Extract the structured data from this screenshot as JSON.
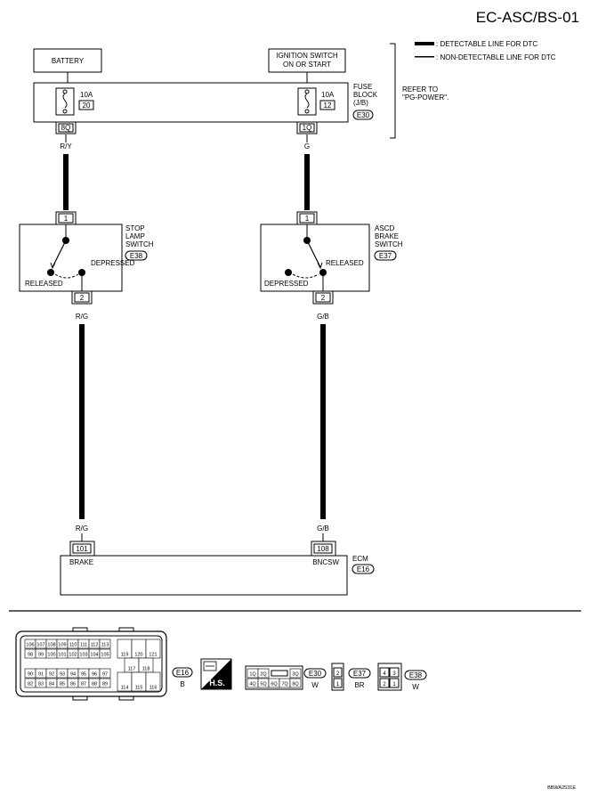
{
  "header": {
    "title": "EC-ASC/BS-01"
  },
  "legend": {
    "detectable": ": DETECTABLE LINE FOR DTC",
    "non_detectable": ": NON-DETECTABLE LINE FOR DTC"
  },
  "sources": {
    "battery": "BATTERY",
    "ignition_line1": "IGNITION SWITCH",
    "ignition_line2": "ON OR START"
  },
  "fuse_block": {
    "label_line1": "FUSE",
    "label_line2": "BLOCK",
    "label_line3": "(J/B)",
    "connector": "E30",
    "refer_line1": "REFER TO",
    "refer_line2": "\"PG-POWER\".",
    "fuse_left": {
      "rating": "10A",
      "number": "20",
      "terminal": "8Q"
    },
    "fuse_right": {
      "rating": "10A",
      "number": "12",
      "terminal": "1Q"
    }
  },
  "wires": {
    "left_upper": "R/Y",
    "right_upper": "G",
    "left_lower_top": "R/G",
    "right_lower_top": "G/B",
    "left_lower_bottom": "R/G",
    "right_lower_bottom": "G/B"
  },
  "stop_lamp_switch": {
    "line1": "STOP",
    "line2": "LAMP",
    "line3": "SWITCH",
    "connector": "E38",
    "pin_top": "1",
    "pin_bottom": "2",
    "state_a": "DEPRESSED",
    "state_b": "RELEASED"
  },
  "ascd_switch": {
    "line1": "ASCD",
    "line2": "BRAKE",
    "line3": "SWITCH",
    "connector": "E37",
    "pin_top": "1",
    "pin_bottom": "2",
    "state_a": "RELEASED",
    "state_b": "DEPRESSED"
  },
  "ecm": {
    "label": "ECM",
    "connector": "E16",
    "pin_left": "101",
    "pin_right": "108",
    "sig_left": "BRAKE",
    "sig_right": "BNCSW"
  },
  "connectors": {
    "e16_row1": [
      "106",
      "107",
      "108",
      "109",
      "110",
      "111",
      "112",
      "113"
    ],
    "e16_row2": [
      "98",
      "99",
      "100",
      "101",
      "102",
      "103",
      "104",
      "105"
    ],
    "e16_row3": [
      "90",
      "91",
      "92",
      "93",
      "94",
      "95",
      "96",
      "97"
    ],
    "e16_row4": [
      "82",
      "83",
      "84",
      "85",
      "86",
      "87",
      "88",
      "89"
    ],
    "e16_right_top": [
      "119",
      "120",
      "121"
    ],
    "e16_right_mid": [
      "117",
      "118"
    ],
    "e16_right_bot": [
      "114",
      "115",
      "116"
    ],
    "e16_id": "E16",
    "e16_color": "B",
    "hs_label": "H.S.",
    "e30_row1": [
      "1Q",
      "2Q",
      "3Q"
    ],
    "e30_row2": [
      "4Q",
      "5Q",
      "6Q",
      "7Q",
      "8Q"
    ],
    "e30_id": "E30",
    "e30_color": "W",
    "e37_pins": [
      "2",
      "1"
    ],
    "e37_id": "E37",
    "e37_color": "BR",
    "e38_row1": [
      "4",
      "3"
    ],
    "e38_row2": [
      "2",
      "1"
    ],
    "e38_id": "E38",
    "e38_color": "W"
  },
  "footer": {
    "code": "BBWA2531E"
  }
}
